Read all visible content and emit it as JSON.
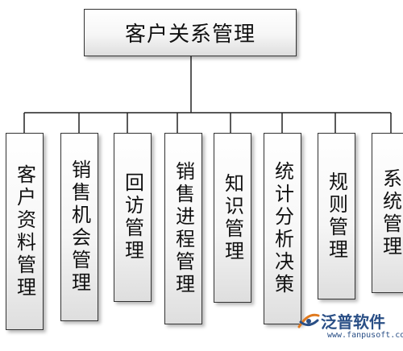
{
  "diagram": {
    "root": {
      "label": "客户关系管理"
    },
    "children": [
      {
        "label": "客户资料管理"
      },
      {
        "label": "销售机会管理"
      },
      {
        "label": "回访管理"
      },
      {
        "label": "销售进程管理"
      },
      {
        "label": "知识管理"
      },
      {
        "label": "统计分析决策"
      },
      {
        "label": "规则管理"
      },
      {
        "label": "系统管理"
      }
    ]
  },
  "watermark": {
    "brand": "泛普软件",
    "url": "www.fanpusoft.com",
    "colors": {
      "primary": "#2a4f86",
      "accent": "#e07a1f"
    }
  }
}
